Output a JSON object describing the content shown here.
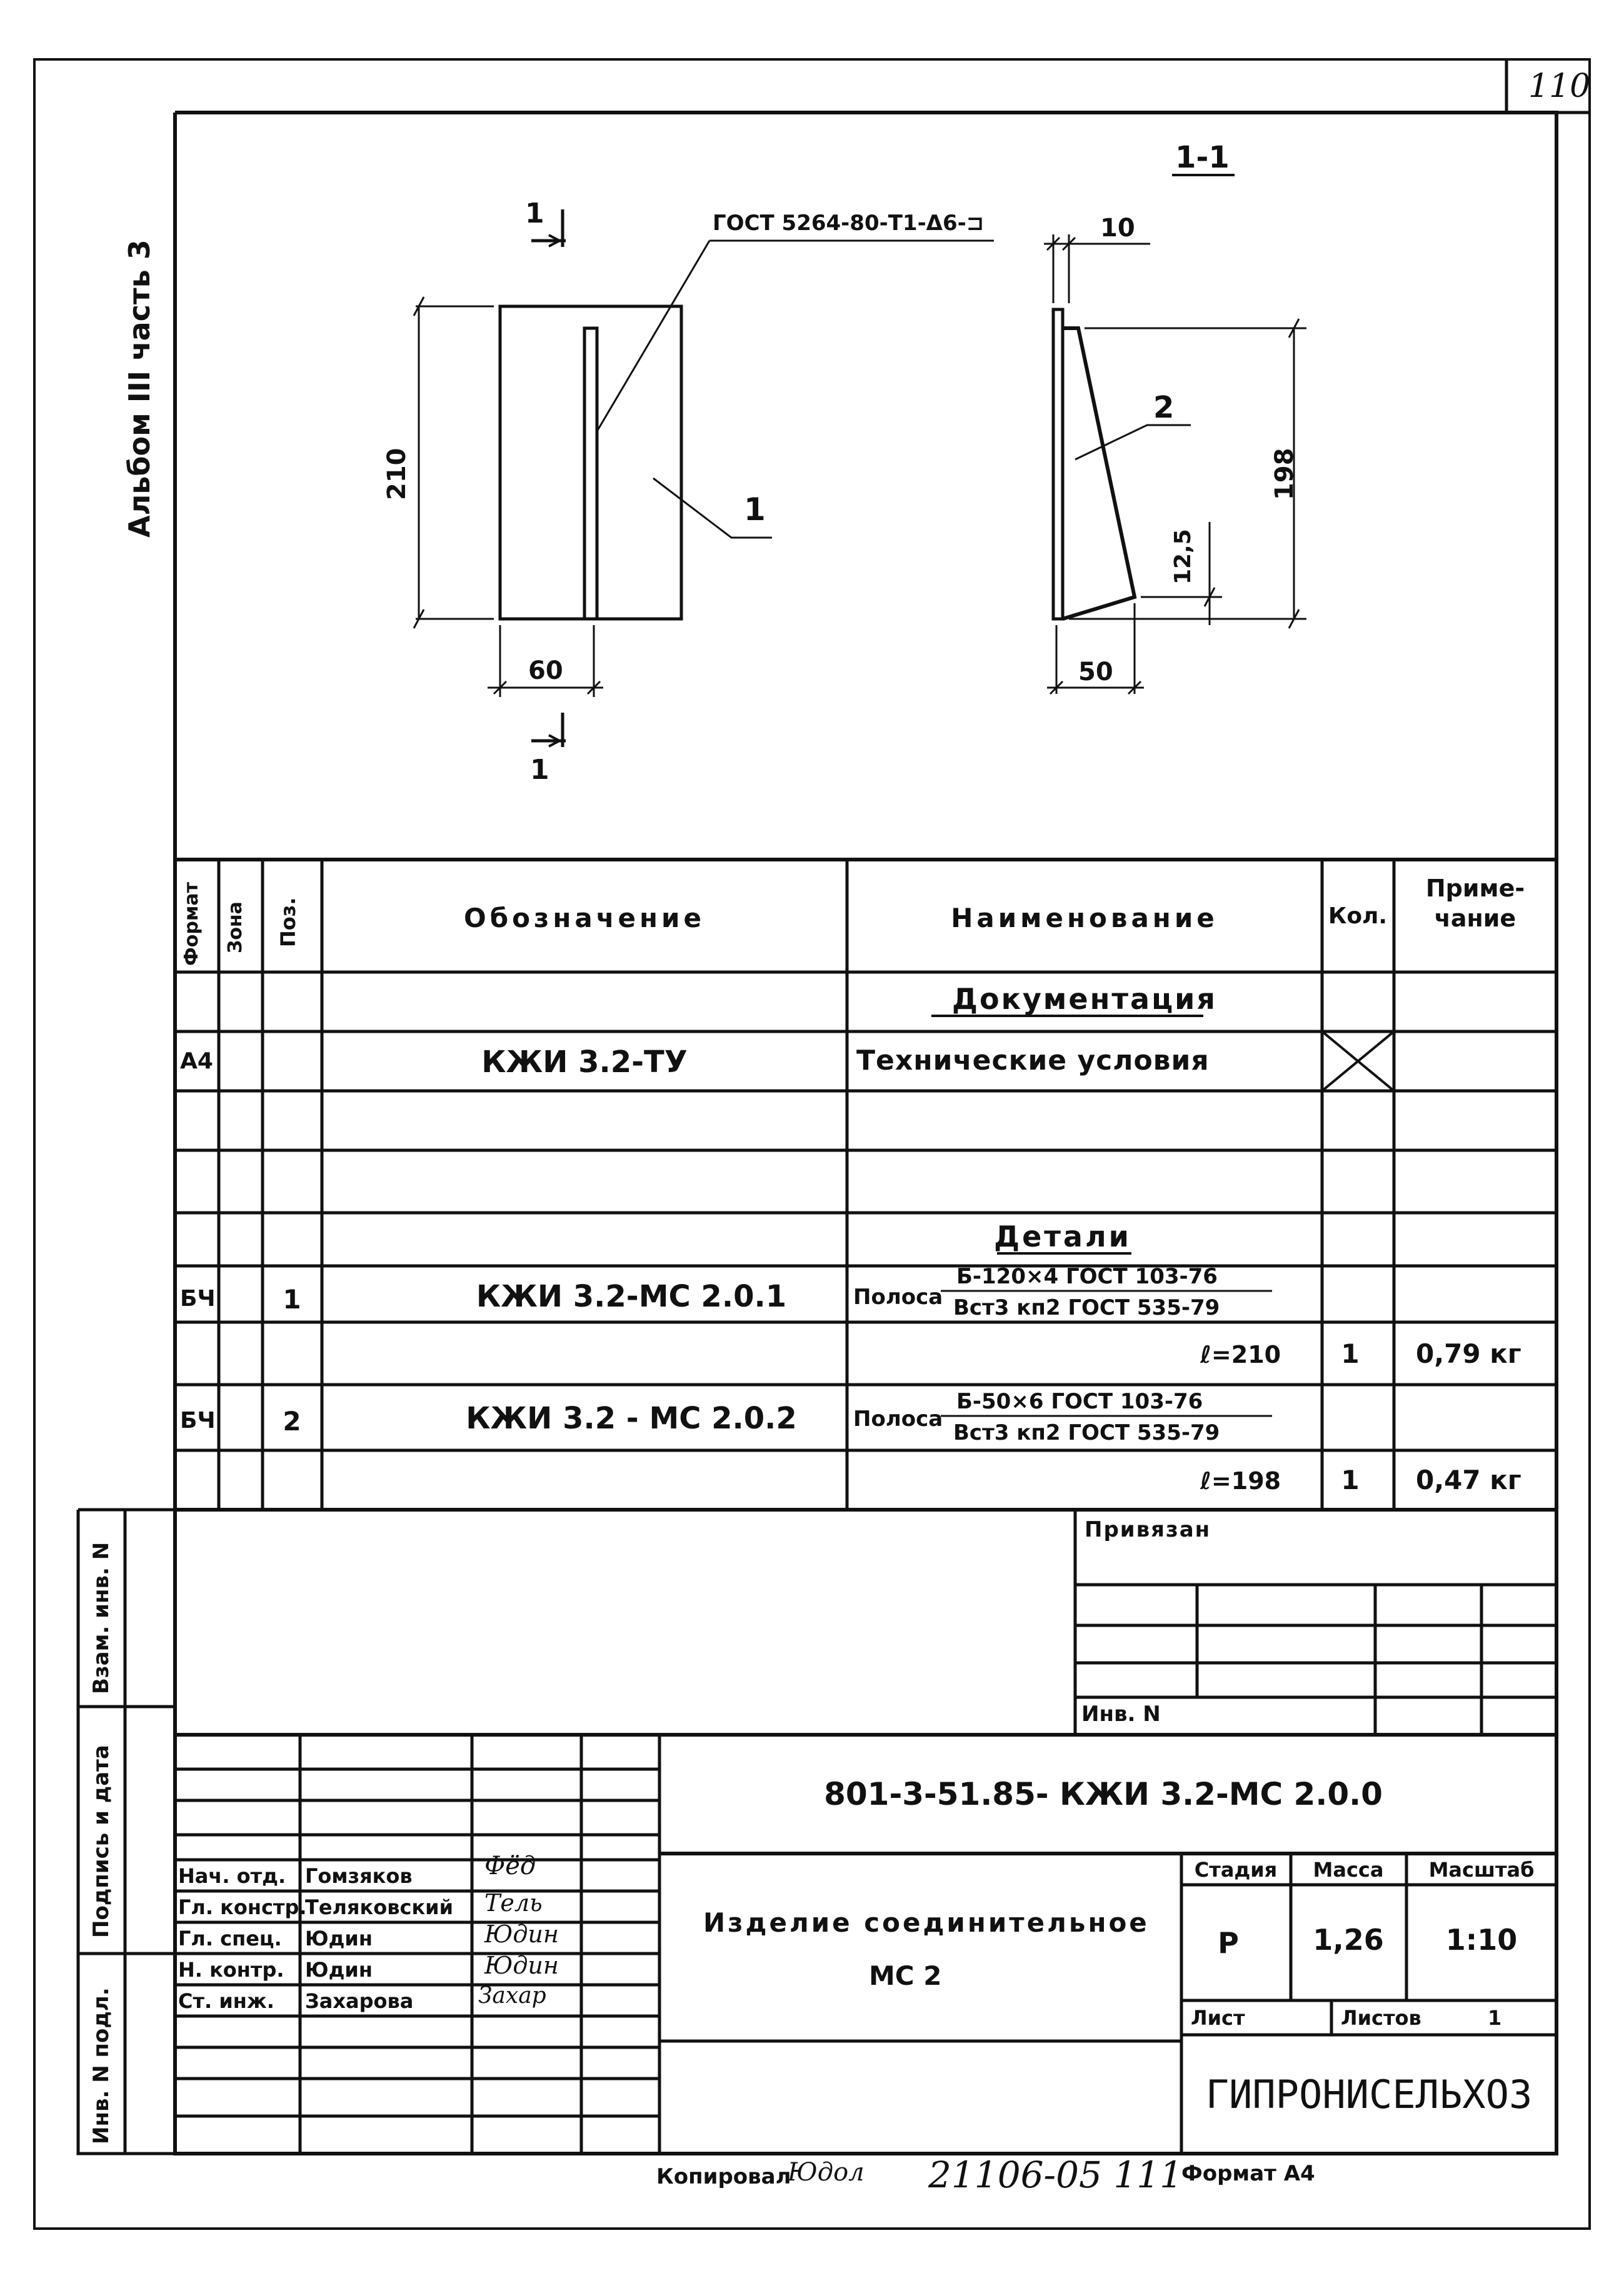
{
  "sheet_number": "110",
  "album_label": "Альбом III часть 3",
  "drawing": {
    "section_label": "1-1",
    "weld_note": "ГОСТ 5264-80-Т1-Δ6-⊐",
    "plate": {
      "height_dim": "210",
      "width_dim": "60",
      "cut_top_num": "1",
      "cut_bottom_num": "1",
      "pos_label": "1"
    },
    "section": {
      "top_dim": "10",
      "height_dim": "198",
      "small_dim": "12,5",
      "bottom_dim": "50",
      "pos_label": "2"
    }
  },
  "spec_table": {
    "headers": {
      "format": "Формат",
      "zone": "Зона",
      "pos": "Поз.",
      "designation": "Обозначение",
      "name": "Наименование",
      "qty": "Кол.",
      "note": "Приме-чание"
    },
    "section_docs": "Документация",
    "section_parts": "Детали",
    "doc_row": {
      "format": "А4",
      "designation": "КЖИ 3.2-ТУ",
      "name": "Технические условия"
    },
    "part_rows": [
      {
        "format": "БЧ",
        "pos": "1",
        "designation": "КЖИ 3.2-МС 2.0.1",
        "name_prefix": "Полоса",
        "fraction_top": "Б-120×4  ГОСТ 103-76",
        "fraction_bottom": "Вст3 кп2  ГОСТ 535-79",
        "length": "ℓ=210",
        "qty": "1",
        "note": "0,79 кг"
      },
      {
        "format": "БЧ",
        "pos": "2",
        "designation": "КЖИ 3.2 - МС 2.0.2",
        "name_prefix": "Полоса",
        "fraction_top": "Б-50×6   ГОСТ 103-76",
        "fraction_bottom": "Вст3 кп2  ГОСТ 535-79",
        "length": "ℓ=198",
        "qty": "1",
        "note": "0,47 кг"
      }
    ]
  },
  "binding": {
    "title": "Привязан",
    "inv_label": "Инв. N"
  },
  "side_labels": {
    "vzam": "Взам. инв. N",
    "podpis": "Подпись и дата",
    "inv_podl": "Инв. N подл."
  },
  "title_block": {
    "code": "801-3-51.85-  КЖИ 3.2-МС 2.0.0",
    "product_line1": "Изделие соединительное",
    "product_line2": "МС 2",
    "stage_label": "Стадия",
    "mass_label": "Масса",
    "scale_label": "Масштаб",
    "stage": "Р",
    "mass": "1,26",
    "scale": "1:10",
    "sheet_label": "Лист",
    "sheets_label": "Листов",
    "sheets": "1",
    "org": "ГИПРОНИСЕЛЬХОЗ",
    "staff": [
      {
        "role": "Нач. отд.",
        "name": "Гомзяков",
        "sign": "Фёд"
      },
      {
        "role": "Гл. констр.",
        "name": "Теляковский",
        "sign": "Тель"
      },
      {
        "role": "Гл. спец.",
        "name": "Юдин",
        "sign": "Юдин"
      },
      {
        "role": "Н. контр.",
        "name": "Юдин",
        "sign": "Юдин"
      },
      {
        "role": "Ст. инж.",
        "name": "Захарова",
        "sign": "Захар"
      }
    ]
  },
  "footer": {
    "copied": "Копировал",
    "copier_sign": "Юдол",
    "number": "21106-05 111",
    "format": "Формат А4"
  }
}
